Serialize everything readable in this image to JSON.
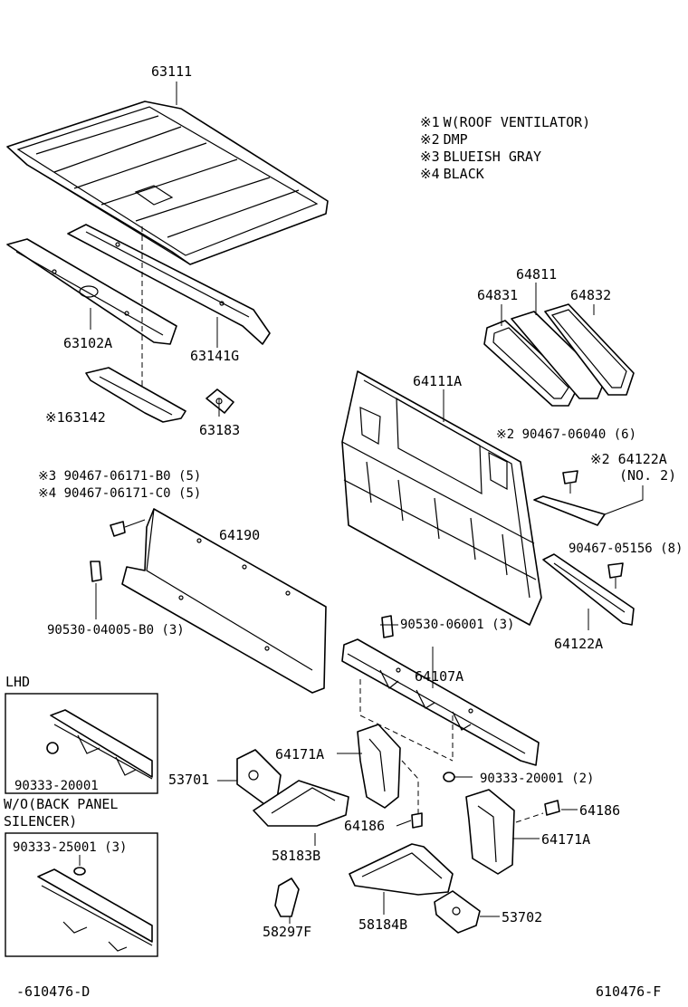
{
  "legend": [
    {
      "mark": "※1",
      "text": "W(ROOF VENTILATOR)"
    },
    {
      "mark": "※2",
      "text": "DMP"
    },
    {
      "mark": "※3",
      "text": "BLUEISH GRAY"
    },
    {
      "mark": "※4",
      "text": "BLACK"
    }
  ],
  "parts": {
    "p63111": "63111",
    "p63102A": "63102A",
    "p63141G": "63141G",
    "p63142": "※163142",
    "p63183": "63183",
    "p64811": "64811",
    "p64831": "64831",
    "p64832": "64832",
    "p64111A": "64111A",
    "p90467_06040": "※2 90467-06040 (6)",
    "p64122A_no2": "※2 64122A",
    "p64122A_no2_sub": "(NO. 2)",
    "p90467_06171_b0": "※3 90467-06171-B0 (5)",
    "p90467_06171_c0": "※4 90467-06171-C0 (5)",
    "p64190": "64190",
    "p90467_05156": "90467-05156 (8)",
    "p90530_04005": "90530-04005-B0 (3)",
    "p90530_06001": "90530-06001 (3)",
    "p64122A": "64122A",
    "p64107A": "64107A",
    "p64171A_top": "64171A",
    "p90333_20001_main": "90333-20001 (2)",
    "p53701": "53701",
    "p64186_top": "64186",
    "p64186_left": "64186",
    "p64171A_right": "64171A",
    "p58183B": "58183B",
    "p58297F": "58297F",
    "p58184B": "58184B",
    "p53702": "53702"
  },
  "insets": {
    "lhd_title": "LHD",
    "lhd_part": "90333-20001",
    "wo_title_1": "W/O(BACK PANEL",
    "wo_title_2": "SILENCER)",
    "wo_part": "90333-25001 (3)"
  },
  "footer": {
    "left_code": "-610476-D",
    "right_code": "610476-F"
  }
}
